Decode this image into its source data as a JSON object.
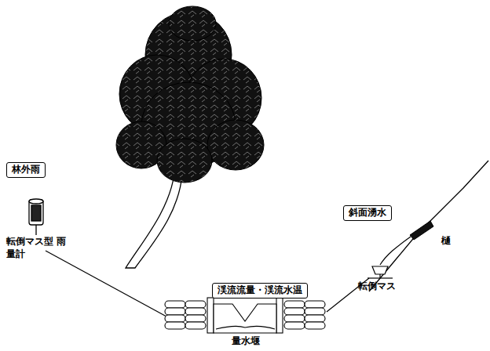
{
  "diagram": {
    "nodes": [
      {
        "text": [
          "林外雨"
        ]
      },
      {
        "text": [
          "渓流流量・渓流水温"
        ]
      },
      {
        "text": [
          "斜面湧水"
        ]
      }
    ],
    "labels": [
      "転倒マス型 雨量計",
      "量水堰",
      "樋",
      "転倒マス"
    ]
  }
}
